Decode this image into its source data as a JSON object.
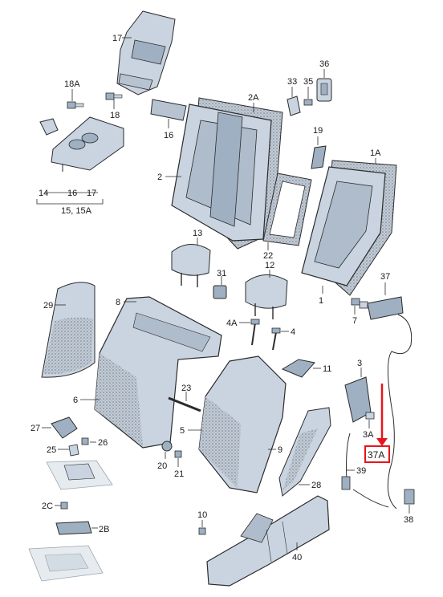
{
  "diagram": {
    "labels": {
      "l17": "17",
      "l36": "36",
      "l18A": "18A",
      "l33": "33",
      "l35": "35",
      "l2A": "2A",
      "l18": "18",
      "l16": "16",
      "l19": "19",
      "l1A": "1A",
      "l2": "2",
      "l14": "14",
      "l16b": "16",
      "l17b": "17",
      "l15": "15, 15A",
      "l22": "22",
      "l13": "13",
      "l12": "12",
      "l31": "31",
      "l37": "37",
      "l1": "1",
      "l29": "29",
      "l8": "8",
      "l4A": "4A",
      "l4": "4",
      "l7": "7",
      "l11": "11",
      "l3": "3",
      "l6": "6",
      "l23": "23",
      "l27": "27",
      "l26": "26",
      "l5": "5",
      "l3A": "3A",
      "l37A": "37A",
      "l25": "25",
      "l9": "9",
      "l20": "20",
      "l21": "21",
      "l39": "39",
      "l28": "28",
      "l2C": "2C",
      "l2B": "2B",
      "l10": "10",
      "l38": "38",
      "l40": "40"
    },
    "highlight": {
      "label": "37A",
      "box_color": "#e8141c",
      "arrow_color": "#e8141c"
    },
    "colors": {
      "part_fill": "#c9d4e0",
      "part_dark": "#9fb0c2",
      "line": "#2b2b2b",
      "fabric": "#8a8f96"
    }
  }
}
